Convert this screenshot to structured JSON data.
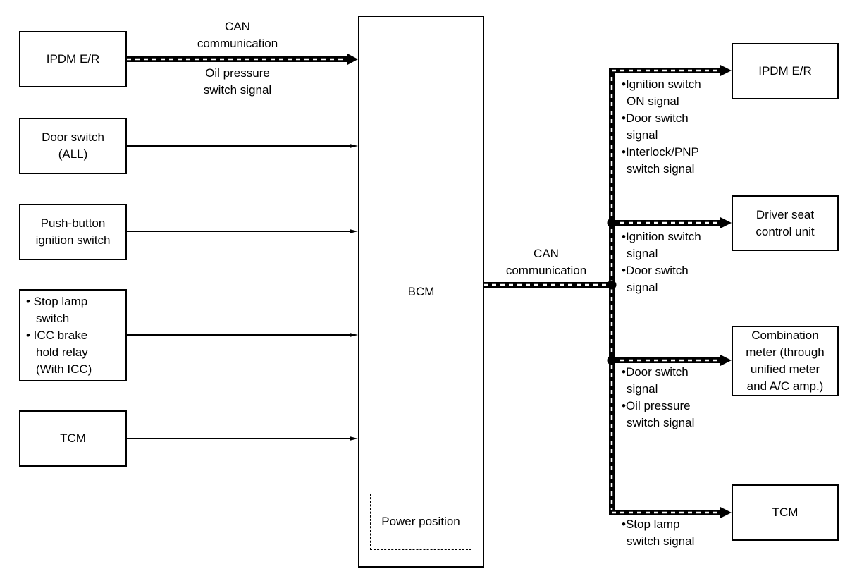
{
  "inputs": {
    "ipdm": {
      "label": "IPDM E/R"
    },
    "can_top": {
      "title_lines": [
        "CAN",
        "communication"
      ],
      "signal_lines": [
        "Oil pressure",
        "switch signal"
      ]
    },
    "door_switch": {
      "lines": [
        "Door switch",
        "(ALL)"
      ]
    },
    "push_button": {
      "lines": [
        "Push-button",
        "ignition switch"
      ]
    },
    "stop_lamp": {
      "lines": [
        "• Stop lamp",
        "switch",
        "• ICC brake",
        "hold relay",
        "(With ICC)"
      ]
    },
    "tcm": {
      "label": "TCM"
    }
  },
  "bcm": {
    "label": "BCM",
    "power_position": "Power position"
  },
  "can_right": {
    "title_lines": [
      "CAN",
      "communication"
    ]
  },
  "outputs": {
    "ipdm": {
      "label": "IPDM E/R",
      "signals": [
        "•Ignition switch",
        "ON signal",
        "•Door switch",
        "signal",
        "•Interlock/PNP",
        "switch signal"
      ]
    },
    "driver_seat": {
      "lines": [
        "Driver seat",
        "control unit"
      ],
      "signals": [
        "•Ignition switch",
        "signal",
        "•Door switch",
        "signal"
      ]
    },
    "combination_meter": {
      "lines": [
        "Combination",
        "meter (through",
        "unified meter",
        "and A/C amp.)"
      ],
      "signals": [
        "•Door switch",
        "signal",
        "•Oil pressure",
        "switch signal"
      ]
    },
    "tcm": {
      "label": "TCM",
      "signals": [
        "•Stop lamp",
        "switch signal"
      ]
    }
  }
}
